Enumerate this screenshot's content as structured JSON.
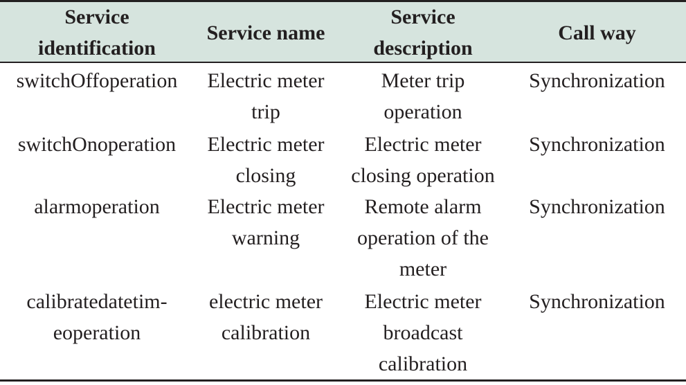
{
  "table": {
    "headers": [
      "Service\nidentification",
      "Service name",
      "Service\ndescription",
      "Call way"
    ],
    "rows": [
      [
        "switchOffoperation",
        "Electric meter\ntrip",
        "Meter trip\noperation",
        "Synchronization"
      ],
      [
        "switchOnoperation",
        "Electric meter\nclosing",
        "Electric meter\nclosing operation",
        "Synchronization"
      ],
      [
        "alarmoperation",
        "Electric meter\nwarning",
        "Remote alarm\noperation of the\nmeter",
        "Synchronization"
      ],
      [
        "calibratedatetim-\neoperation",
        "electric meter\ncalibration",
        "Electric meter\nbroadcast\ncalibration",
        "Synchronization"
      ]
    ]
  },
  "colors": {
    "header_background": "#d6e4de",
    "rule": "#231f20",
    "text": "#231f20"
  }
}
